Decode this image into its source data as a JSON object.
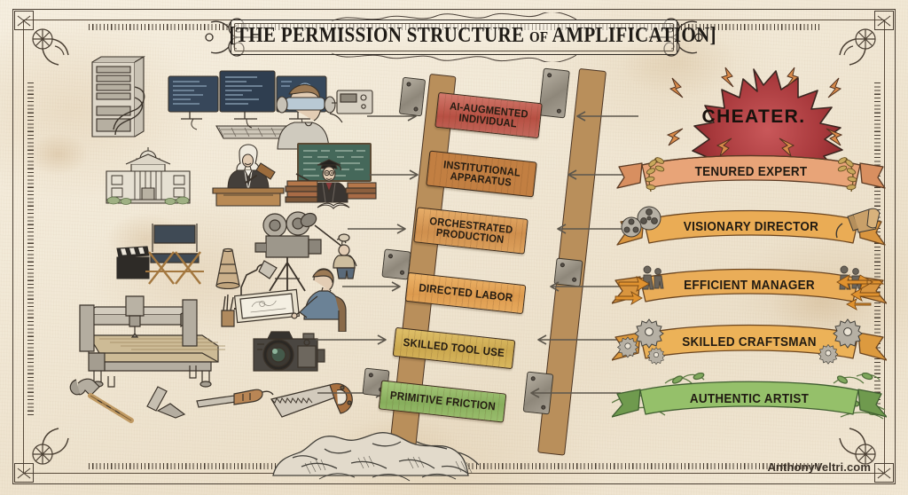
{
  "poster": {
    "title_main": "[THE PERMISSION STRUCTURE",
    "title_of": "OF",
    "title_end": "AMPLIFICATION]",
    "title_full": "[THE PERMISSION STRUCTURE OF AMPLIFICATION]",
    "credit": "AnthonyVeltri.com",
    "background_color": "#f2e9d7",
    "ink_color": "#3c2b1c"
  },
  "ladder": {
    "description": "Wooden ladder with six labeled rungs rising from rocky ground",
    "rungs": [
      {
        "label": "AI-AUGMENTED INDIVIDUAL",
        "line1": "AI-AUGMENTED",
        "line2": "INDIVIDUAL",
        "color": "#c8695f",
        "level": 6
      },
      {
        "label": "INSTITUTIONAL APPARATUS",
        "line1": "INSTITUTIONAL",
        "line2": "APPARATUS",
        "color": "#c98a4e",
        "level": 5
      },
      {
        "label": "ORCHESTRATED PRODUCTION",
        "line1": "ORCHESTRATED",
        "line2": "PRODUCTION",
        "color": "#dba062",
        "level": 4
      },
      {
        "label": "DIRECTED LABOR",
        "line1": "DIRECTED LABOR",
        "line2": "",
        "color": "#e0a95f",
        "level": 3
      },
      {
        "label": "SKILLED TOOL USE",
        "line1": "SKILLED TOOL USE",
        "line2": "",
        "color": "#d8b55e",
        "level": 2
      },
      {
        "label": "PRIMITIVE FRICTION",
        "line1": "PRIMITIVE FRICTION",
        "line2": "",
        "color": "#93b76a",
        "level": 1
      }
    ]
  },
  "right_labels": [
    {
      "label": "CHEATER.",
      "style": "starburst",
      "color": "#b8413f",
      "ornament": "lightning-bolts"
    },
    {
      "label": "TENURED EXPERT",
      "style": "ribbon",
      "color": "#d98a5e",
      "ornament": "laurel-wreath"
    },
    {
      "label": "VISIONARY DIRECTOR",
      "style": "ribbon",
      "color": "#e09a4c",
      "ornament": "film-reel-megaphone"
    },
    {
      "label": "EFFICIENT MANAGER",
      "style": "ribbon",
      "color": "#e0a04e",
      "ornament": "team-arrows"
    },
    {
      "label": "SKILLED CRAFTSMAN",
      "style": "ribbon",
      "color": "#e2ab54",
      "ornament": "gears"
    },
    {
      "label": "AUTHENTIC ARTIST",
      "style": "ribbon",
      "color": "#8fbd6c",
      "ornament": "vines-leaves"
    }
  ],
  "left_illustrations": [
    {
      "name": "server-rack-and-monitors",
      "items": "server rack, three code monitors, keyboard, mouse, VR headset user",
      "level": 6
    },
    {
      "name": "institutional-icons",
      "items": "capitol building, judge with gavel, professor at chalkboard with books",
      "level": 5
    },
    {
      "name": "film-production-icons",
      "items": "clapperboard, director chair, megaphone, film camera on tripod, boom mic operator",
      "level": 4
    },
    {
      "name": "drafting-desk-icons",
      "items": "drafting table, desk lamp, pencil cup, person drawing",
      "level": 3
    },
    {
      "name": "machine-tool-icons",
      "items": "CNC router table, DSLR camera",
      "level": 2
    },
    {
      "name": "hand-tool-icons",
      "items": "hammer, chisels, handsaw",
      "level": 1
    }
  ],
  "arrows": {
    "left_count": 6,
    "right_count": 6,
    "left_direction": "right",
    "right_direction": "left"
  },
  "border": {
    "style": "engraved double rule with ruler ticks",
    "corner_ornament": "compass-wheel-flourish",
    "corner_box": "x-box"
  }
}
